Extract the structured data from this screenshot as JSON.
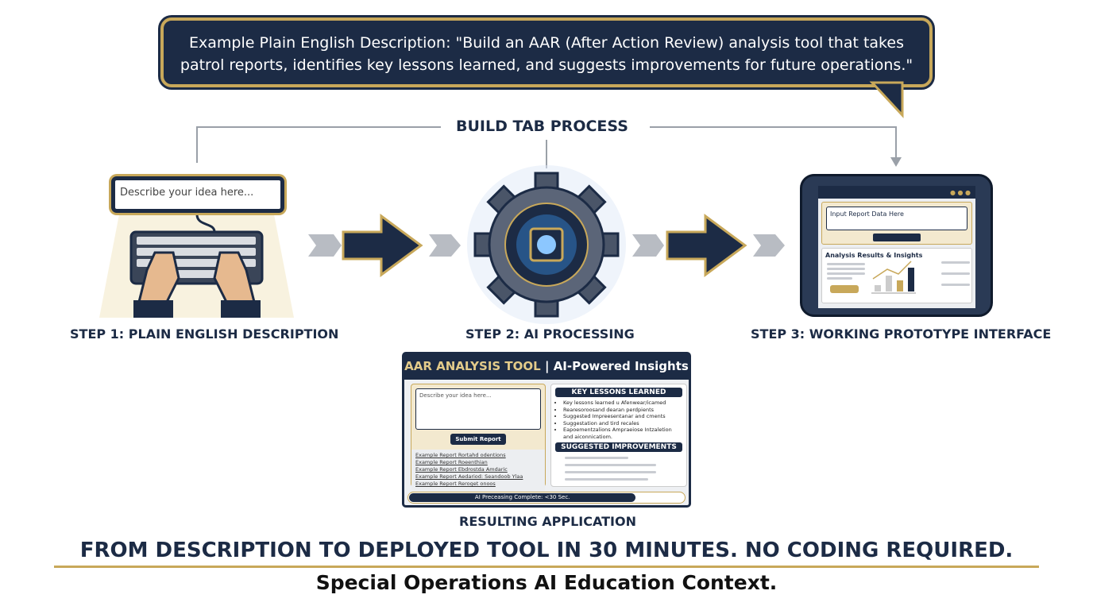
{
  "bubble_text": "Example Plain English Description: \"Build an AAR (After Action Review) analysis tool that takes patrol reports, identifies key lessons learned, and suggests improvements for future operations.\"",
  "process_title": "BUILD TAB PROCESS",
  "steps": [
    {
      "label": "STEP 1: PLAIN ENGLISH DESCRIPTION",
      "input_placeholder": "Describe your idea here..."
    },
    {
      "label": "STEP 2: AI PROCESSING"
    },
    {
      "label": "STEP 3: WORKING PROTOTYPE INTERFACE",
      "input_placeholder": "Input Report Data Here",
      "results_title": "Analysis Results & Insights"
    }
  ],
  "app": {
    "title_gold": "AAR ANALYSIS TOOL",
    "title_sep": "|",
    "title_white": "AI-Powered Insights",
    "input_placeholder": "Describe your idea here...",
    "submit": "Submit Report",
    "examples": [
      "Example Report Rortahd odentions",
      "Example Report Roeenthian",
      "Example Report Ebdrostda Amdaric",
      "Example Report Aedariod: Seandoob Ylaa",
      "Example Report Reroget onoos"
    ],
    "lessons_title": "KEY LESSONS LEARNED",
    "lessons": [
      "Key lessons learned u Afenwear/icamed",
      "Rearesoroosand dearan perdpients",
      "Suggested Impreesentanar and cments",
      "Suggestation and tird recales",
      "Eapoementzalions Ampraeiose Intzaletion and aiconnicatiom."
    ],
    "improvements_title": "SUGGESTED IMPROVEMENTS",
    "status": "AI Preceasing Complete: <30 Sec.",
    "label": "RESULTING APPLICATION"
  },
  "headline": "FROM DESCRIPTION TO DEPLOYED TOOL IN 30 MINUTES. NO CODING REQUIRED.",
  "subheadline": "Special Operations AI Education Context.",
  "colors": {
    "navy": "#1c2b45",
    "gold": "#c8a85a",
    "cream": "#f3e9cf"
  }
}
